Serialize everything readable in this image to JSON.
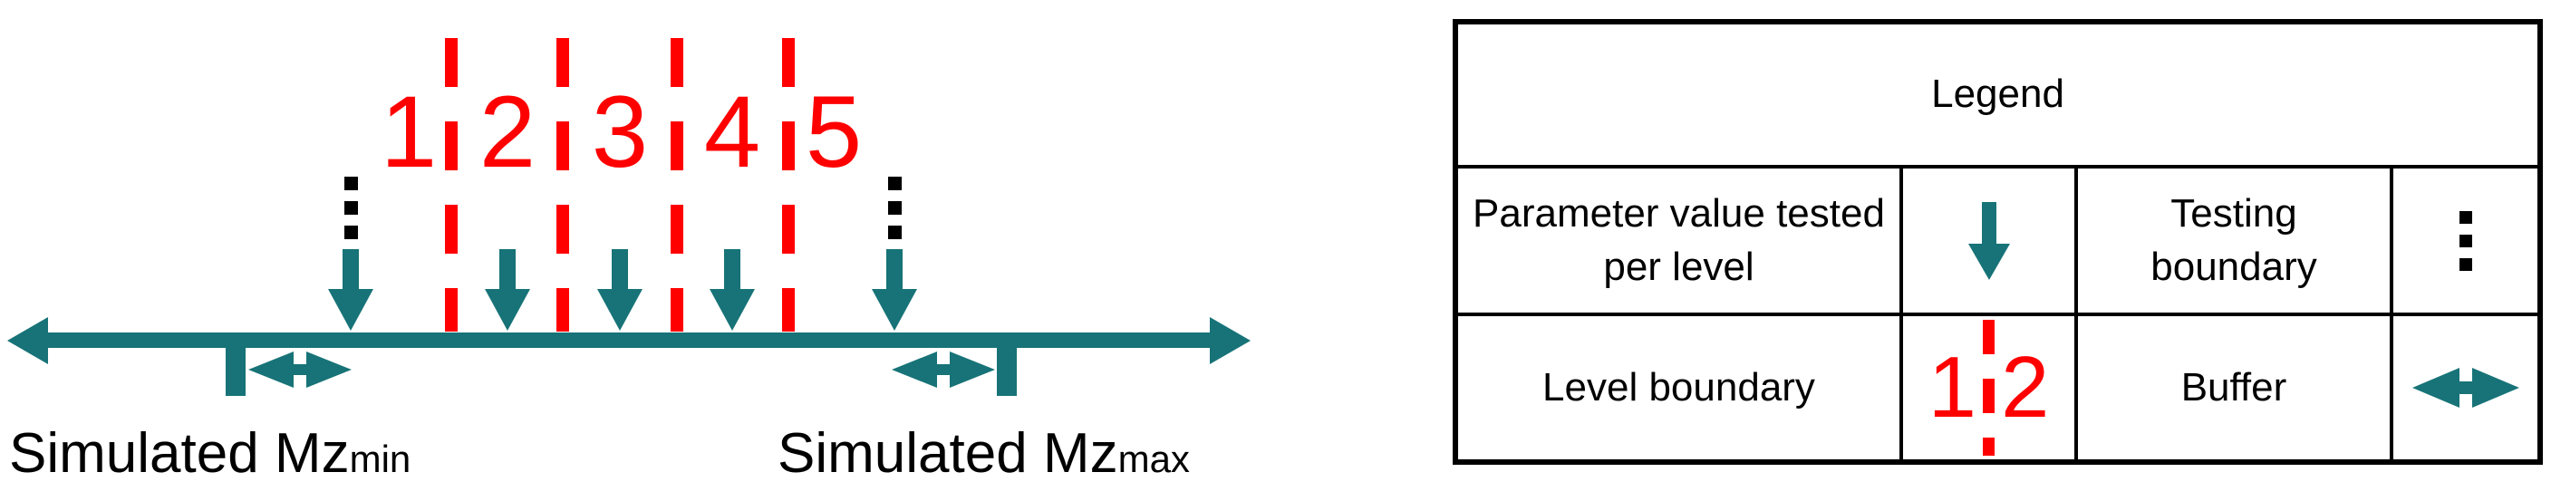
{
  "diagram": {
    "level_labels": [
      "1",
      "2",
      "3",
      "4",
      "5"
    ],
    "min_label": "Simulated Mz",
    "min_subscript": "min",
    "max_label": "Simulated Mz",
    "max_subscript": "max"
  },
  "legend": {
    "title": "Legend",
    "row1": {
      "term1": "Parameter value tested per level",
      "icon1": "down-arrow",
      "term2": "Testing boundary",
      "icon2": "dotted-line"
    },
    "row2": {
      "term1": "Level boundary",
      "icon1": "level-boundary-dashed-line",
      "digit_left": "1",
      "digit_right": "2",
      "term2": "Buffer",
      "icon2": "double-headed-arrow"
    }
  },
  "colors": {
    "teal": "#177377",
    "red": "#FF0000",
    "black": "#000000"
  }
}
